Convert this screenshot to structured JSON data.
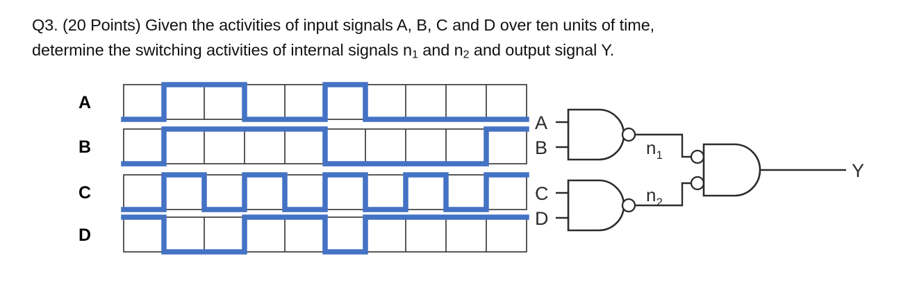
{
  "question": {
    "line1": "Q3. (20 Points) Given the activities of input signals A, B, C and D over ten units of time,",
    "line2_part1": "determine the switching activities of internal signals n",
    "line2_sub1": "1",
    "line2_part2": " and n",
    "line2_sub2": "2",
    "line2_part3": " and output signal Y."
  },
  "timing_diagram": {
    "time_units": 10,
    "signals": [
      {
        "name": "A",
        "label": "A",
        "values": [
          0,
          1,
          1,
          0,
          0,
          1,
          0,
          0,
          0,
          0
        ]
      },
      {
        "name": "B",
        "label": "B",
        "values": [
          0,
          1,
          1,
          1,
          1,
          0,
          0,
          0,
          0,
          1
        ]
      },
      {
        "name": "C",
        "label": "C",
        "values": [
          0,
          1,
          0,
          1,
          0,
          1,
          0,
          1,
          0,
          1
        ]
      },
      {
        "name": "D",
        "label": "D",
        "values": [
          1,
          0,
          0,
          1,
          1,
          0,
          1,
          1,
          1,
          1
        ]
      }
    ],
    "trace_color": "#4472C4",
    "grid_color": "#3c3c3c"
  },
  "circuit": {
    "inputs": [
      {
        "name": "A",
        "label": "A"
      },
      {
        "name": "B",
        "label": "B"
      },
      {
        "name": "C",
        "label": "C"
      },
      {
        "name": "D",
        "label": "D"
      }
    ],
    "nodes": [
      {
        "name": "n1",
        "label": "n",
        "sub": "1"
      },
      {
        "name": "n2",
        "label": "n",
        "sub": "2"
      }
    ],
    "output": {
      "name": "Y",
      "label": "Y"
    },
    "gates": [
      {
        "name": "nand-ab",
        "type": "NAND",
        "inputs": [
          "A",
          "B"
        ],
        "output": "n1"
      },
      {
        "name": "nand-cd",
        "type": "NAND",
        "inputs": [
          "C",
          "D"
        ],
        "output": "n2"
      },
      {
        "name": "and-inverted-inputs",
        "type": "AND-with-inverted-inputs",
        "inputs": [
          "n1",
          "n2"
        ],
        "output": "Y"
      }
    ],
    "line_color": "#2b2b2b"
  }
}
